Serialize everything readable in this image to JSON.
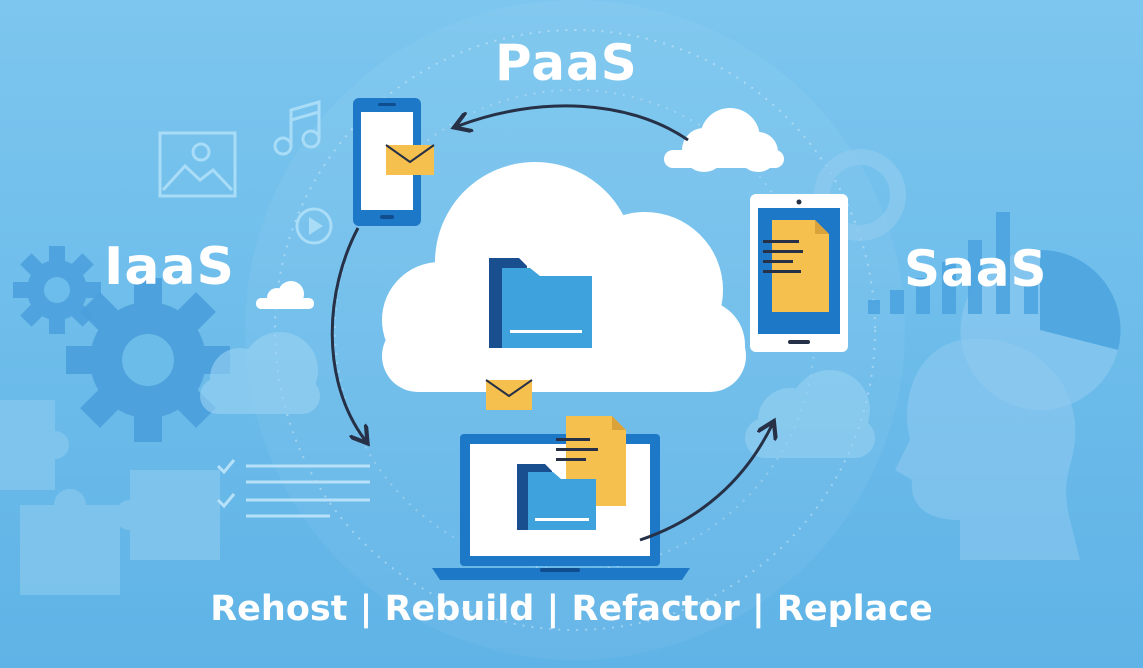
{
  "labels": {
    "paas": "PaaS",
    "iaas": "IaaS",
    "saas": "SaaS",
    "strategies": "Rehost | Rebuild | Refactor | Replace"
  },
  "icons": [
    "cloud-icon",
    "folder-icon",
    "phone-icon",
    "tablet-icon",
    "laptop-icon",
    "envelope-icon",
    "document-icon",
    "gear-icon",
    "music-note-icon",
    "image-icon",
    "play-icon",
    "puzzle-icon",
    "checklist-icon",
    "bar-chart-icon",
    "pie-chart-icon",
    "head-silhouette-icon",
    "arrow-icon"
  ],
  "colors": {
    "background_top": "#7cc6ef",
    "background_bottom": "#5fb3e6",
    "cloud": "#ffffff",
    "device_frame": "#1e78c8",
    "device_screen": "#ffffff",
    "folder": "#3ea3dd",
    "folder_dark": "#1a4f8f",
    "paper": "#f6c04e",
    "arrow": "#263046",
    "label": "#ffffff"
  }
}
